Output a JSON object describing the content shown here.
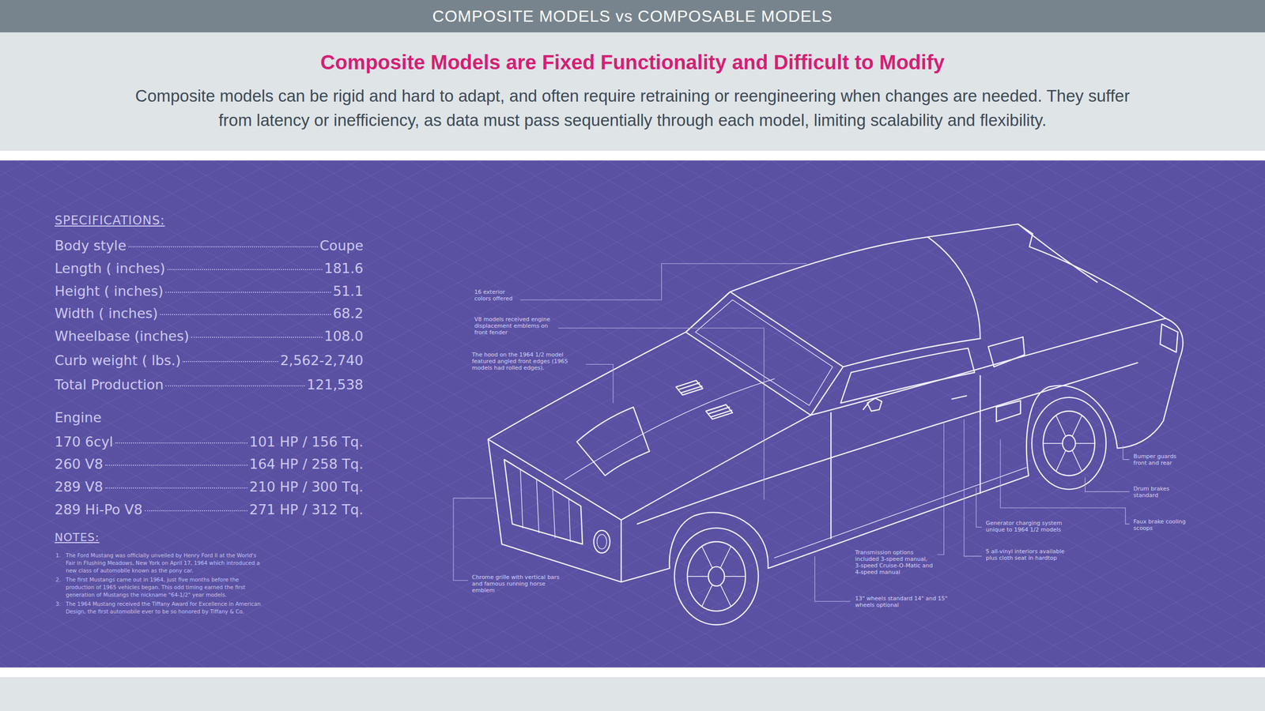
{
  "diagram": {
    "title": "COMPOSITE MODELS vs COMPOSABLE MODELS",
    "nodes": [
      {
        "text": [
          "Composite Models are Fixed Functionality and Difficult to Modify",
          "Composite models can be rigid and hard to adapt, and often require retraining or reengineering when changes are needed. They suffer from latency or inefficiency, as data must pass sequentially through each model, limiting scalability and flexibility."
        ]
      }
    ],
    "labels": [
      "SPECIFICATIONS:",
      "Body style",
      "Coupe",
      "Length ( inches)",
      "181.6",
      "Height ( inches)",
      "51.1",
      "Width ( inches)",
      "68.2",
      "Wheelbase (inches)",
      "108.0",
      "Curb weight ( lbs.)",
      "2,562-2,740",
      "Total Production",
      "121,538",
      "Engine",
      "170 6cyl",
      "101 HP / 156 Tq.",
      "260 V8",
      "164 HP / 258 Tq.",
      "289 V8",
      "210 HP / 300 Tq.",
      "289 Hi-Po V8",
      "271 HP / 312 Tq.",
      "NOTES:",
      "1.",
      "The Ford Mustang was officially unveiled by Henry Ford II at the World's Fair in Flushing Meadows, New York on April 17, 1964 which introduced a new class of automobile known as the pony car.",
      "2.",
      "The first Mustangs came out in 1964, just five months before the production of 1965 vehicles began. This odd timing earned the first generation of Mustangs the nickname \"64-1/2\" year models.",
      "3.",
      "The 1964 Mustang received the Tiffany Award for Excellence in American Design, the first automobile ever to be so honored by Tiffany & Co.",
      "16 exterior colors offered",
      "V8 models received engine displacement emblems on front fender",
      "The hood on the 1964 1/2 model featured angled front edges (1965 models had rolled edges).",
      "Chrome grille with vertical bars and famous running horse emblem",
      "Transmission options included 3-speed manual, 3-speed Cruise-O-Matic and 4-speed manual",
      "13\" wheels standard 14\" and 15\" wheels optional",
      "5 all-vinyl interiors available plus cloth seat in hardtop",
      "Generator charging system unique to 1964 1/2 models",
      "Bumper guards front and rear",
      "Drum brakes standard",
      "Faux brake cooling scoops"
    ]
  }
}
